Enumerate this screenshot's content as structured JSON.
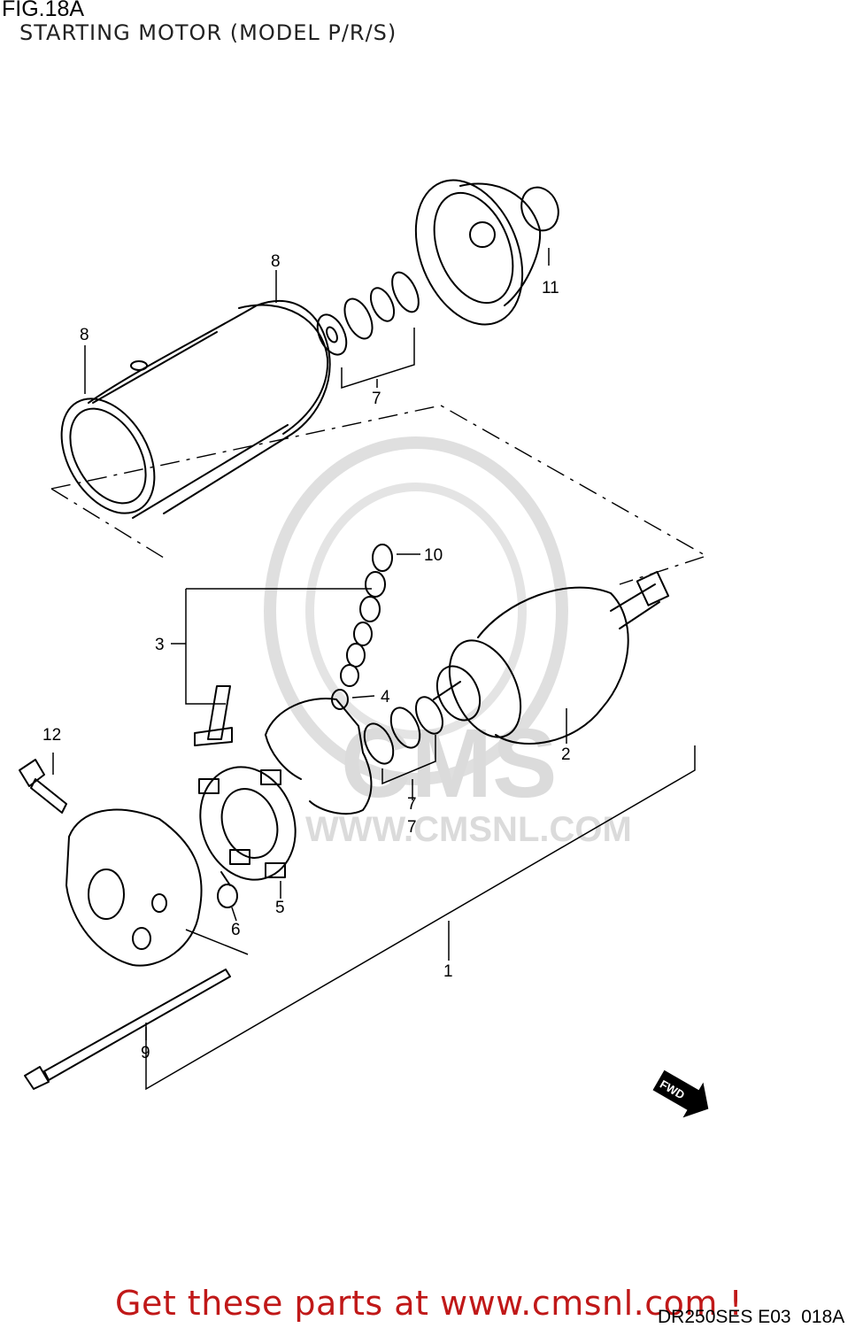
{
  "figure": {
    "title": "FIG.18A",
    "subtitle": "STARTING MOTOR (MODEL P/R/S)"
  },
  "callouts": [
    "8",
    "8",
    "11",
    "7",
    "10",
    "3",
    "4",
    "2",
    "12",
    "7",
    "7",
    "5",
    "6",
    "1",
    "9"
  ],
  "watermark": {
    "logo_text": "CMS",
    "url_text": "WWW.CMSNL.COM"
  },
  "direction_badge": "FWD",
  "footer": {
    "link_text": "Get these parts at www.cmsnl.com !",
    "page_code": "DR250SES E03  018A"
  }
}
